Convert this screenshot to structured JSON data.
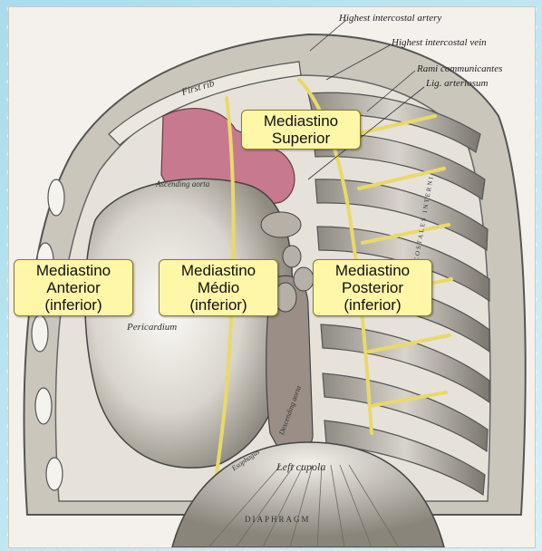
{
  "leader_labels": [
    "Highest intercostal artery",
    "Highest intercostal vein",
    "Rami communicantes",
    "Lig. arteriosum"
  ],
  "regions": {
    "superior": [
      "Mediastino",
      "Superior"
    ],
    "anterior": [
      "Mediastino",
      "Anterior",
      "(inferior)"
    ],
    "medio": [
      "Mediastino",
      "Médio",
      "(inferior)"
    ],
    "posterior": [
      "Mediastino",
      "Posterior",
      "(inferior)"
    ]
  },
  "engraved_labels": {
    "first_rib": "First rib",
    "ascending_aorta": "Ascending aorta",
    "pericardium": "Pericardium",
    "left_cupola": "Left cupola",
    "diaphragm": "DIAPHRAGM",
    "intercostales_interni": "INTERCOSTALES INTERNI",
    "descending_aorta": "Descending aorta",
    "esophagus": "Esophagus"
  },
  "colors": {
    "slide_background": "#bfe6f0",
    "label_box": "#fff7a8",
    "nerve_yellow": "#e9d96a",
    "aorta_pink": "#c77a8f"
  }
}
